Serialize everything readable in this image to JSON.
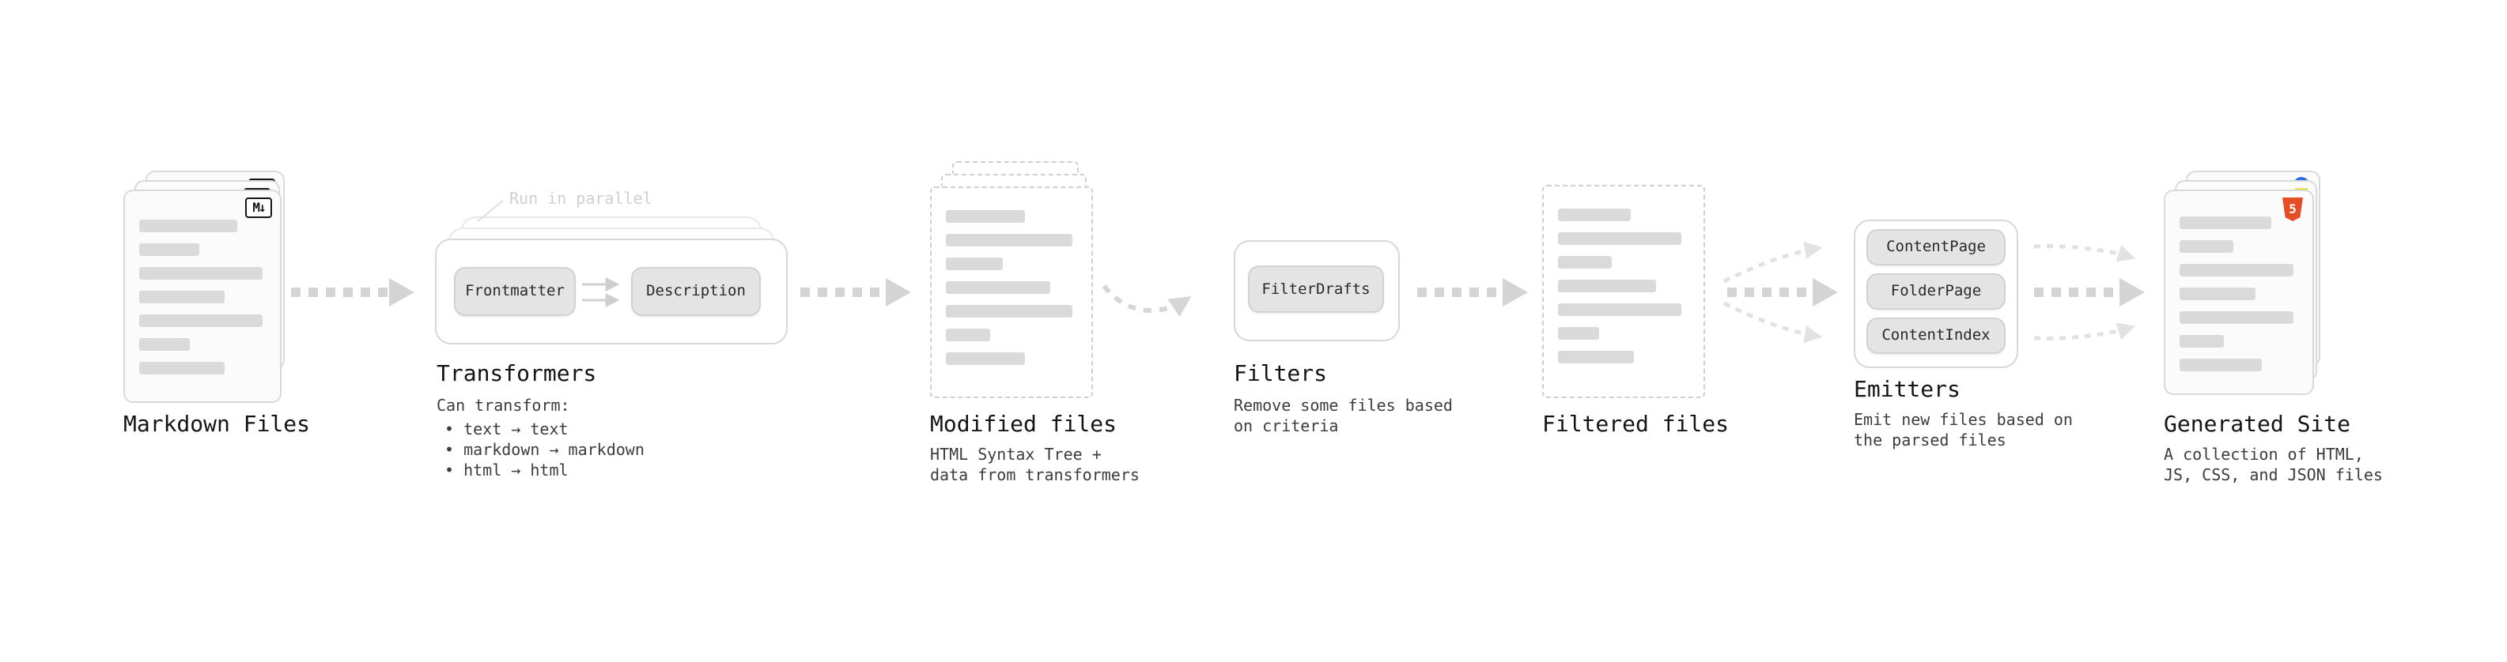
{
  "stages": {
    "markdown_files": {
      "title": "Markdown Files",
      "badge": "M↓"
    },
    "transformers": {
      "annotation": "Run in parallel",
      "frontmatter_button": "Frontmatter",
      "description_button": "Description",
      "title": "Transformers",
      "desc_heading": "Can transform:",
      "bullets": [
        "• text → text",
        "• markdown → markdown",
        "• html → html"
      ]
    },
    "modified_files": {
      "title": "Modified files",
      "desc": [
        "HTML Syntax Tree +",
        "data from transformers"
      ]
    },
    "filters": {
      "button": "FilterDrafts",
      "title": "Filters",
      "desc": [
        "Remove some files based",
        "on criteria"
      ]
    },
    "filtered_files": {
      "title": "Filtered files"
    },
    "emitters": {
      "buttons": [
        "ContentPage",
        "FolderPage",
        "ContentIndex"
      ],
      "title": "Emitters",
      "desc": [
        "Emit new files based on",
        "the parsed files"
      ]
    },
    "generated_site": {
      "title": "Generated Site",
      "badge": "5",
      "desc": [
        "A collection of HTML,",
        "JS, CSS, and JSON files"
      ]
    }
  },
  "colors": {
    "arrow": "#d4d4d4",
    "card_border": "#d9d9d9",
    "button_fill": "#e4e4e4",
    "html5_orange": "#e44d26",
    "css_blue": "#2d6ce0",
    "js_yellow": "#f0db4f"
  }
}
